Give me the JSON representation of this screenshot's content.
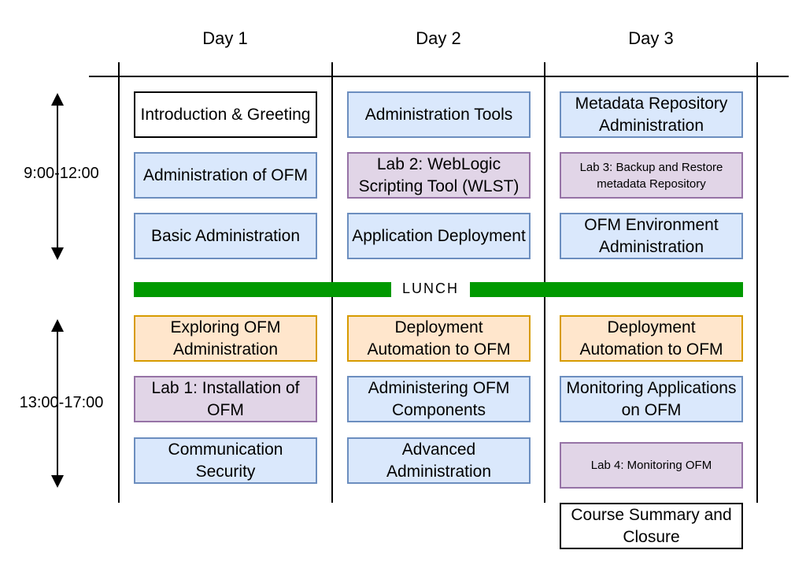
{
  "days": [
    "Day 1",
    "Day 2",
    "Day 3"
  ],
  "times": {
    "morning": "9:00-12:00",
    "afternoon": "13:00-17:00"
  },
  "lunch": {
    "label": "LUNCH"
  },
  "colors": {
    "blue_fill": "#dae8fc",
    "blue_border": "#6c8ebf",
    "purple_fill": "#e1d5e7",
    "purple_border": "#9673a6",
    "orange_fill": "#ffe6cc",
    "orange_border": "#d79b00",
    "lunch_bar": "#009900"
  },
  "sessions": {
    "day1": [
      "Introduction & Greeting",
      "Administration of OFM",
      "Basic Administration",
      "Exploring OFM Administration",
      "Lab 1: Installation of OFM",
      "Communication Security"
    ],
    "day2": [
      "Administration Tools",
      "Lab 2: WebLogic Scripting Tool (WLST)",
      "Application Deployment",
      "Deployment Automation to OFM",
      "Administering OFM Components",
      "Advanced Administration"
    ],
    "day3": [
      "Metadata Repository Administration",
      "Lab 3: Backup and Restore metadata Repository",
      "OFM Environment Administration",
      "Deployment Automation to OFM",
      "Monitoring Applications on OFM",
      "Lab 4: Monitoring OFM"
    ],
    "closing": "Course Summary and Closure"
  }
}
